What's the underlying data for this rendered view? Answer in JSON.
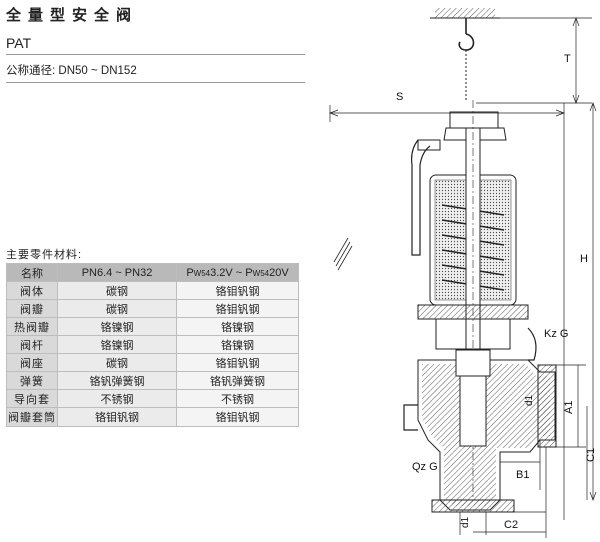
{
  "header": {
    "title": "全量型安全阀",
    "model": "PAT",
    "spec_label": "公称通径:",
    "spec_value": "DN50 ~ DN152"
  },
  "materials": {
    "title": "主要零件材料:",
    "columns": {
      "name": "名称",
      "col1": "PN6.4 ~ PN32",
      "col2_a": "P",
      "col2_a_sub": "W54",
      "col2_b": "3.2V ~ P",
      "col2_b_sub": "W54",
      "col2_c": "20V"
    },
    "rows": [
      {
        "name": "阀体",
        "m1": "碳钢",
        "m2": "铬钼钒钢"
      },
      {
        "name": "阀瓣",
        "m1": "碳钢",
        "m2": "铬钼钒钢"
      },
      {
        "name": "热阀瓣",
        "m1": "铬镍钢",
        "m2": "铬镍钢"
      },
      {
        "name": "阀杆",
        "m1": "铬镍钢",
        "m2": "铬镍钢"
      },
      {
        "name": "阀座",
        "m1": "碳钢",
        "m2": "铬钼钒钢"
      },
      {
        "name": "弹簧",
        "m1": "铬钒弹簧钢",
        "m2": "铬钒弹簧钢"
      },
      {
        "name": "导向套",
        "m1": "不锈钢",
        "m2": "不锈钢"
      },
      {
        "name": "阀瓣套筒",
        "m1": "铬钼钒钢",
        "m2": "铬钼钒钢"
      }
    ]
  },
  "drawing": {
    "labels": {
      "T": "T",
      "S": "S",
      "H": "H",
      "KzG": "Kz G",
      "d1_upper": "d1",
      "A1": "A1",
      "C1": "C1",
      "QzG": "Qz G",
      "B1": "B1",
      "d1_lower": "d1",
      "C2": "C2"
    }
  }
}
